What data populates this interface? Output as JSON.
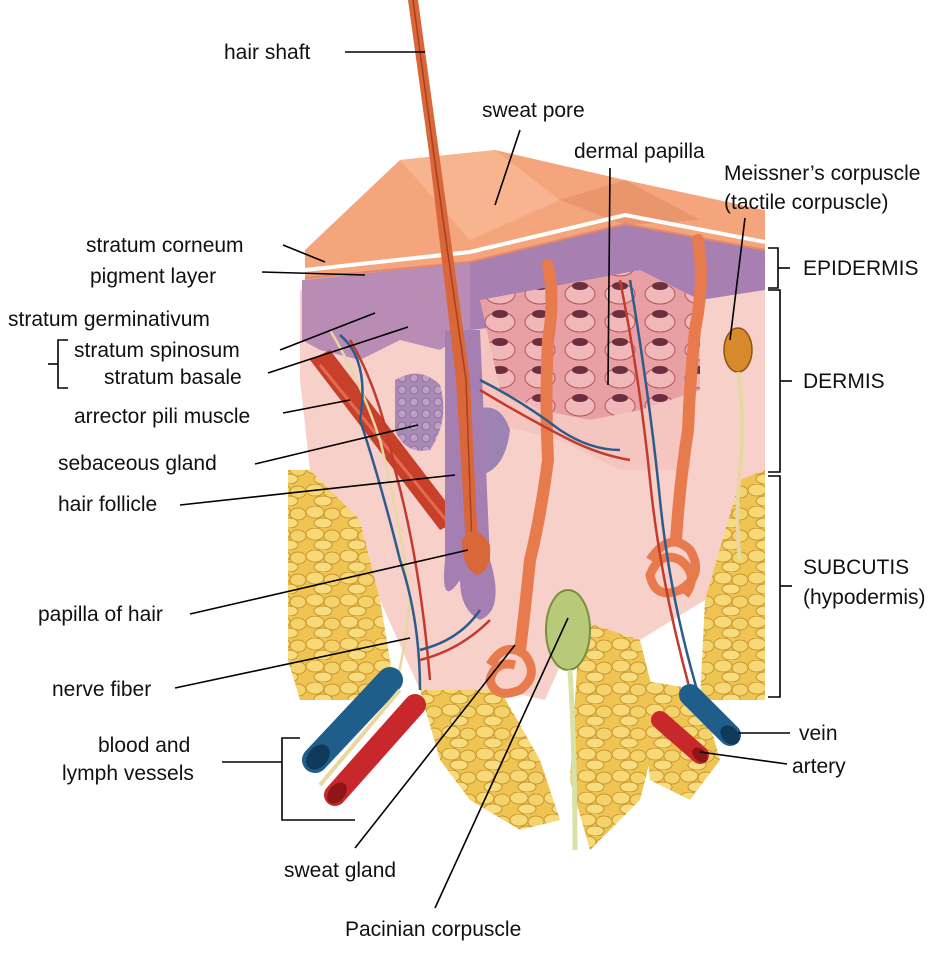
{
  "labels": {
    "hair_shaft": "hair shaft",
    "sweat_pore": "sweat pore",
    "dermal_papilla": "dermal papilla",
    "meissner_line1": "Meissner’s corpuscle",
    "meissner_line2": "(tactile corpuscle)",
    "stratum_corneum": "stratum corneum",
    "pigment_layer": "pigment layer",
    "stratum_germinativum": "stratum germinativum",
    "stratum_spinosum": "stratum spinosum",
    "stratum_basale": "stratum basale",
    "arrector_pili": "arrector pili muscle",
    "sebaceous_gland": "sebaceous gland",
    "hair_follicle": "hair follicle",
    "papilla_of_hair": "papilla of hair",
    "nerve_fiber": "nerve fiber",
    "blood_line1": "blood and",
    "blood_line2": "lymph vessels",
    "sweat_gland": "sweat gland",
    "pacinian": "Pacinian corpuscle",
    "epidermis": "EPIDERMIS",
    "dermis": "DERMIS",
    "subcutis_line1": "SUBCUTIS",
    "subcutis_line2": "(hypodermis)",
    "vein": "vein",
    "artery": "artery"
  },
  "colors": {
    "epidermis_top": "#f4a57c",
    "epidermis_top_dark": "#e98b63",
    "germinative": "#b98cb6",
    "dermis": "#f6c9c3",
    "fat": "#f2cc5a",
    "fat_dark": "#d9a93a",
    "hair": "#d9673a",
    "vein": "#1f5d8a",
    "artery": "#c8282b",
    "nerve": "#e8d7a0"
  }
}
